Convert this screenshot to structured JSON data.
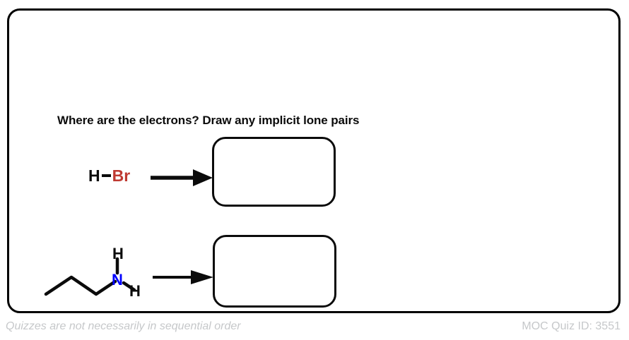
{
  "page": {
    "background_color": "#ffffff",
    "frame_border_color": "#000000"
  },
  "prompt": {
    "text": "Where are the electrons? Draw any implicit lone pairs"
  },
  "colors": {
    "carbon_black": "#0b0b0b",
    "bromine_red": "#bf3a32",
    "nitrogen_blue": "#0000ff",
    "footer_gray": "#c6c8ca"
  },
  "questions": [
    {
      "id": "q1",
      "molecule": {
        "name": "hydrogen-bromide",
        "formula": "HBr",
        "atoms": [
          {
            "symbol": "H",
            "color": "#0b0b0b"
          },
          {
            "symbol": "Br",
            "color": "#bf3a32"
          }
        ],
        "bond": "single"
      },
      "arrow": {
        "name": "reaction-arrow",
        "direction": "right"
      },
      "answer_box": {
        "label": "",
        "value": "",
        "placeholder": ""
      }
    },
    {
      "id": "q2",
      "molecule": {
        "name": "propylamine",
        "formula": "CH3CH2CH2NH2",
        "atoms": [
          {
            "symbol": "N",
            "color": "#0000ff"
          },
          {
            "symbol": "H",
            "color": "#0b0b0b"
          },
          {
            "symbol": "H",
            "color": "#0b0b0b"
          }
        ],
        "bond": "single"
      },
      "arrow": {
        "name": "reaction-arrow",
        "direction": "right"
      },
      "answer_box": {
        "label": "",
        "value": "",
        "placeholder": ""
      }
    }
  ],
  "footer": {
    "note": "Quizzes are not necessarily in sequential order",
    "quiz_id": "MOC Quiz ID: 3551"
  }
}
